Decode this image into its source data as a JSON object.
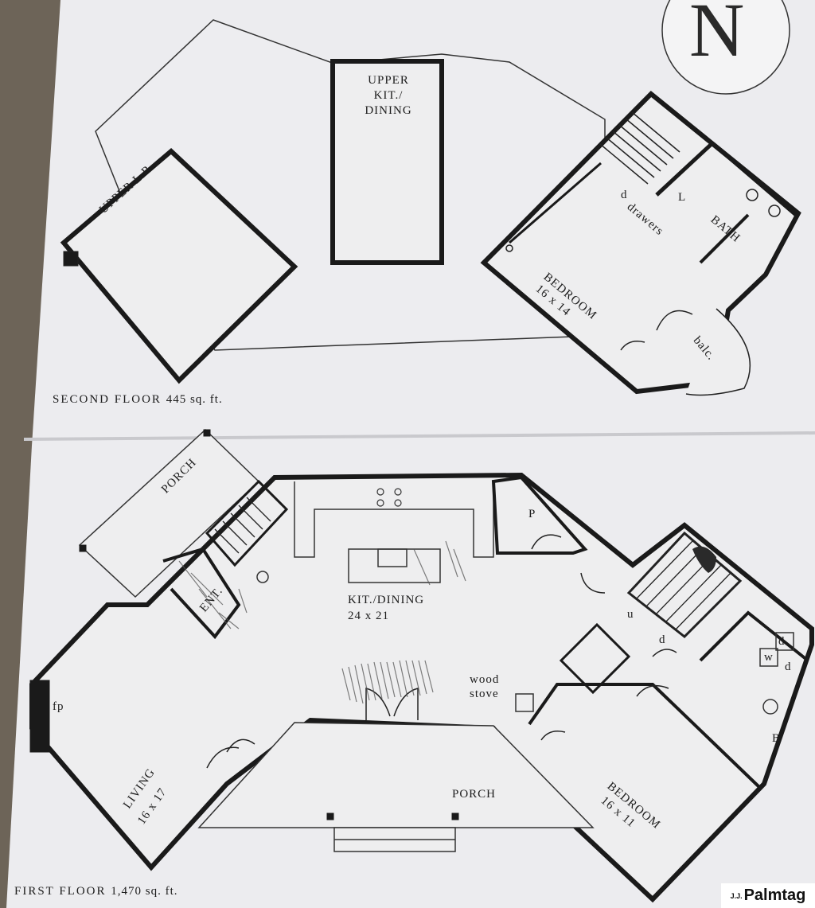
{
  "second_floor": {
    "caption": "SECOND FLOOR",
    "area": "445 sq. ft.",
    "rooms": {
      "upper_kit_line1": "UPPER",
      "upper_kit_line2": "KIT./",
      "upper_kit_line3": "DINING",
      "upper_lr": "UPPER L.R.",
      "bath": "BATH",
      "bedroom": "BEDROOM",
      "bedroom_size": "16 x 14",
      "drawers": "drawers",
      "balc": "balc.",
      "d": "d",
      "l": "L"
    }
  },
  "first_floor": {
    "caption": "FIRST FLOOR",
    "area": "1,470 sq. ft.",
    "rooms": {
      "porch_top": "PORCH",
      "ent": "ENT.",
      "pantry": "P",
      "kit_dining": "KIT./DINING",
      "kit_dining_size": "24 x 21",
      "wood_line1": "wood",
      "wood_line2": "stove",
      "fp": "fp",
      "living": "LIVING",
      "living_size": "16 x 17",
      "porch_front": "PORCH",
      "bedroom": "BEDROOM",
      "bedroom_size": "16 x 11",
      "bath": "B",
      "u": "u",
      "d1": "d",
      "d2": "d",
      "w": "w",
      "d3": "d"
    }
  },
  "compass": {
    "letter": "N"
  },
  "logo": {
    "prefix": "J.J.",
    "name": "Palmtag"
  }
}
